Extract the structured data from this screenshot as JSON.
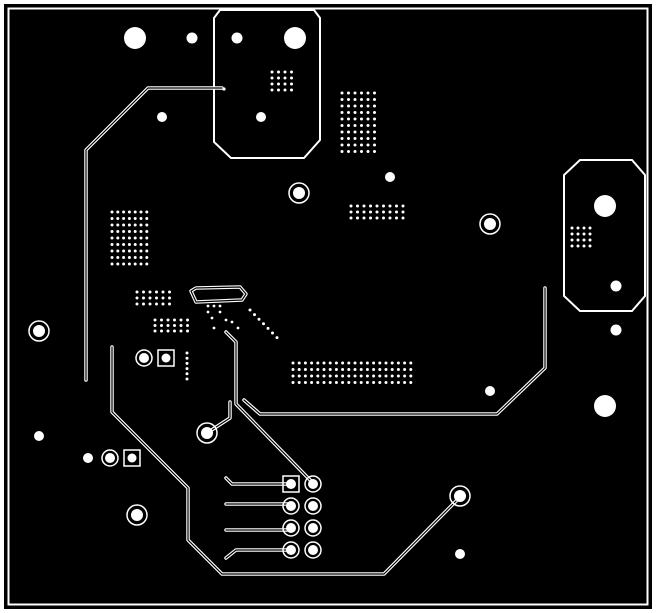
{
  "board": {
    "view": "bottom-copper-layer",
    "colors": {
      "background": "#000000",
      "copper": "#ffffff",
      "drill": "#ffffff",
      "border": "#ffffff"
    }
  },
  "features": {
    "large_holes": 5,
    "pad_rings": 14,
    "square_pads": 3,
    "via_arrays": 10,
    "connector_header": "2x4"
  }
}
